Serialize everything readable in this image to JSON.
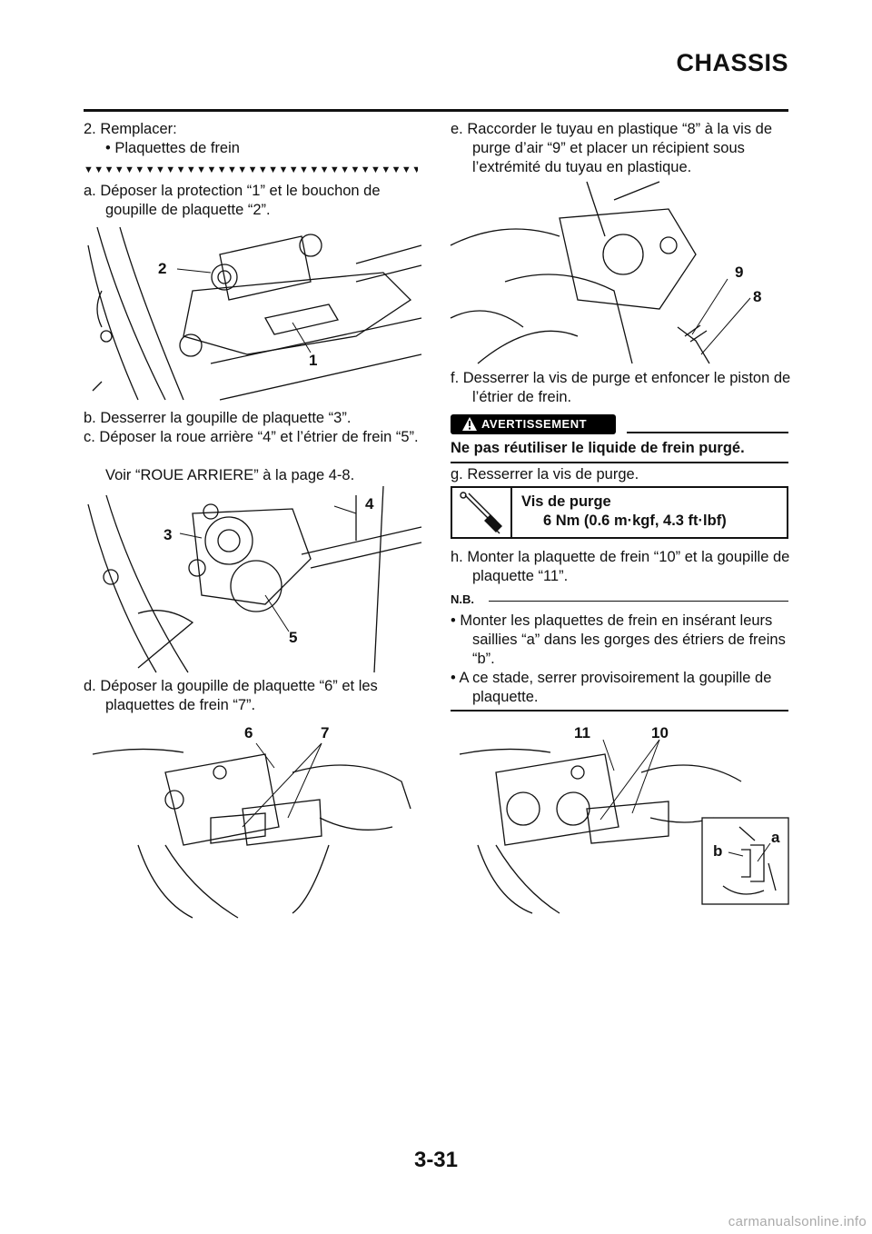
{
  "header": {
    "section_title": "CHASSIS"
  },
  "left_column": {
    "step_2_title": "2.  Remplacer:",
    "step_2_item": "• Plaquettes de frein",
    "arrow_row": "▼▼▼▼▼▼▼▼▼▼▼▼▼▼▼▼▼▼▼▼▼▼▼▼▼▼▼▼▼▼▼▼▼▼▼▼▼▼▼▼",
    "step_a": "a.  Déposer la protection “1” et le bouchon de goupille de plaquette “2”.",
    "step_b": "b.  Desserrer la goupille de plaquette “3”.",
    "step_c": "c.  Déposer la roue arrière “4” et l’étrier de frein “5”.",
    "step_c_ref": "Voir “ROUE ARRIERE” à la page 4-8.",
    "step_d": "d.  Déposer la goupille de plaquette “6” et les plaquettes de frein “7”."
  },
  "right_column": {
    "step_e": "e.  Raccorder le tuyau en plastique “8” à la vis de purge d’air “9” et placer un récipient sous l’extrémité du tuyau en plastique.",
    "step_f": "f.  Desserrer la vis de purge et enfoncer le piston de l’étrier de frein.",
    "warning_label": "AVERTISSEMENT",
    "warning_text": "Ne pas réutiliser le liquide de frein purgé.",
    "step_g": "g.  Resserrer la vis de purge.",
    "torque_title": "Vis de purge",
    "torque_value": "6 Nm (0.6 m·kgf, 4.3 ft·lbf)",
    "step_h": "h.  Monter la plaquette de frein “10” et la goupille de plaquette “11”.",
    "nb_label": "N.B.",
    "nb_item_1": "• Monter les plaquettes de frein en insérant leurs saillies “a” dans les gorges des étriers de freins “b”.",
    "nb_item_2": "• A ce stade, serrer provisoirement la goupille de plaquette."
  },
  "figures": {
    "fig1_labels": [
      "2",
      "1"
    ],
    "fig2_labels": [
      "4",
      "3",
      "5"
    ],
    "fig3_labels": [
      "6",
      "7"
    ],
    "fig4_labels": [
      "9",
      "8"
    ],
    "fig5_labels": [
      "11",
      "10",
      "a",
      "b"
    ]
  },
  "footer": {
    "page_number": "3-31",
    "watermark": "carmanualsonline.info"
  }
}
